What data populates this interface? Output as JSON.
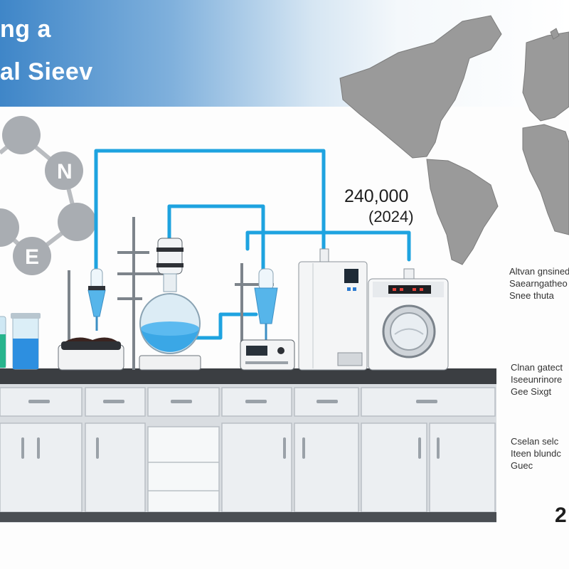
{
  "header": {
    "title_line1": "ng a",
    "title_line2": "al Sieev"
  },
  "molecule": {
    "atom_labels": [
      "N",
      "E"
    ]
  },
  "stat": {
    "value": "240,000",
    "year": "(2024)"
  },
  "notes": [
    {
      "lines": "Altvan gnsined\nSaearngatheo\nSnee thuta"
    },
    {
      "lines": "Clnan gatect\nIseeunrinore\nGee Sixgt"
    },
    {
      "lines": "Cselan selc\nIteen blundc\nGuec"
    }
  ],
  "edge_number": "2",
  "colors": {
    "banner_start": "#3f86c8",
    "tube": "#1ea3e0",
    "liquid": "#3aa7e6",
    "cabinet": "#e9ecef",
    "countertop": "#3b3e42",
    "map": "#9a9a9a"
  },
  "icons": [
    "molecule-icon",
    "world-map-icon",
    "reactor-flask-icon",
    "sieve-washer-icon"
  ]
}
